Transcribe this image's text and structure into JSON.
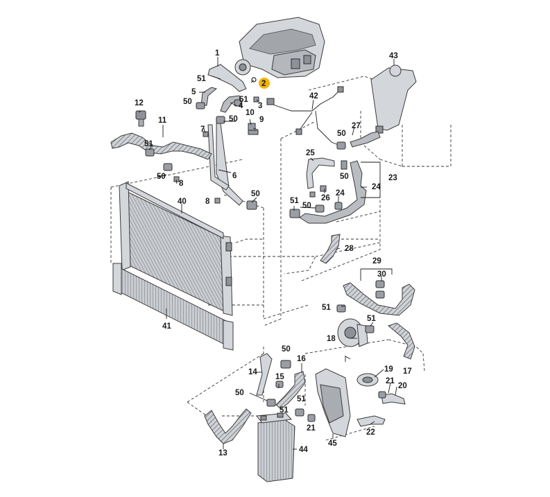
{
  "diagram": {
    "colors": {
      "line": "#1a1a1a",
      "part_fill": "#c7cacf",
      "part_dark": "#8e9298",
      "highlight": "#f2b300",
      "background": "#ffffff"
    },
    "callouts": {
      "c1": "1",
      "c2": "2",
      "c3": "3",
      "c4": "4",
      "c5": "5",
      "c6": "6",
      "c7": "7",
      "c8": "8",
      "c9": "9",
      "c10": "10",
      "c11": "11",
      "c12": "12",
      "c13": "13",
      "c14": "14",
      "c15": "15",
      "c16": "16",
      "c17": "17",
      "c18": "18",
      "c19": "19",
      "c20": "20",
      "c21": "21",
      "c22": "22",
      "c23": "23",
      "c24": "24",
      "c25": "25",
      "c26": "26",
      "c27": "27",
      "c28": "28",
      "c29": "29",
      "c30": "30",
      "c40": "40",
      "c41": "41",
      "c42": "42",
      "c43": "43",
      "c44": "44",
      "c45": "45",
      "c50": "50",
      "c51": "51"
    },
    "highlighted_callout": "2"
  }
}
